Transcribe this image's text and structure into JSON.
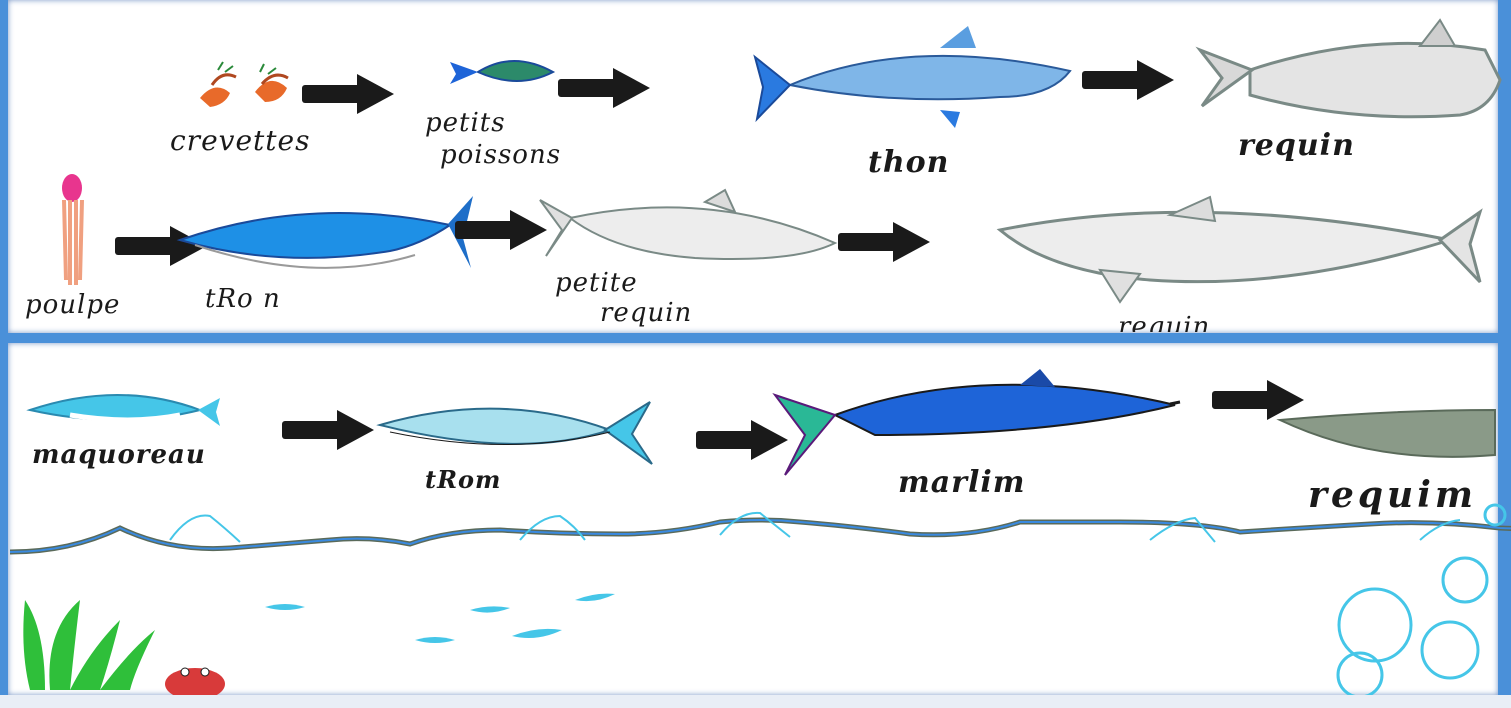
{
  "labels": {
    "crevettes": "crevettes",
    "petits_poissons_1": "petits",
    "petits_poissons_2": "poissons",
    "thon_1": "thon",
    "requin_1": "requin",
    "poulpe": "poulpe",
    "thon_2": "tRo n",
    "petit_requin_1": "petite",
    "petit_requin_2": "requin",
    "requin_2": "requin",
    "maquereau": "maquoreau",
    "thon_3": "tRom",
    "marlin": "marlim",
    "requin_3": "requim"
  },
  "colors": {
    "frame": "#4a90d9",
    "arrow": "#1a1a1a",
    "fish_blue": "#1e90e6",
    "fish_cyan": "#45c6e8",
    "shark_grey": "#8e9e9a",
    "wave": "#5aa8c8",
    "seaweed": "#2fbf3a",
    "crab": "#d83a3a",
    "shrimp": "#e86a2a",
    "octopus": "#e8358e"
  }
}
